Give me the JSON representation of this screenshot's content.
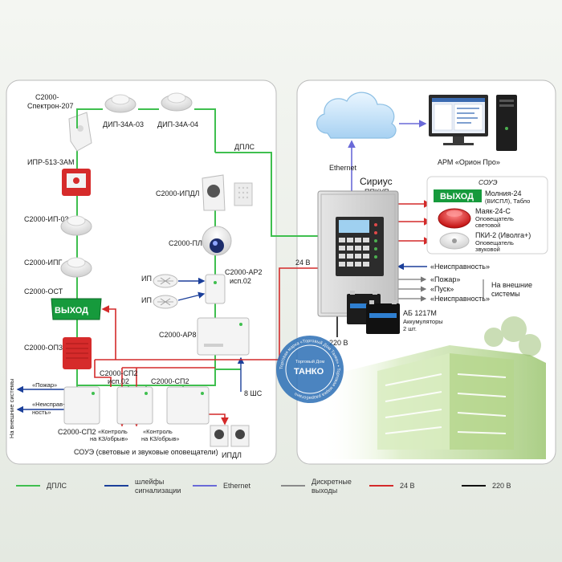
{
  "colors": {
    "dpls": "#3fbf4f",
    "alarm_loops": "#1b3f9a",
    "ethernet": "#6a6ad8",
    "discrete_outputs": "#8a8a8a",
    "power_24v": "#d42a2a",
    "power_220v": "#111111",
    "exit_sign": "#169a3c",
    "panel_bg": "#ffffff"
  },
  "left": {
    "spektron": [
      "С2000-",
      "Спектрон-207"
    ],
    "dip03": "ДИП-34А-03",
    "dip04": "ДИП-34А-04",
    "ipr": "ИПР-513-3АМ",
    "ip03": "С2000-ИП-03",
    "ipg": "С2000-ИПГ",
    "ost": "С2000-ОСТ",
    "exit_sign": "ВЫХОД",
    "op3": "С2000-ОП3",
    "ipdl": "С2000-ИПДЛ",
    "pl": "С2000-ПЛ",
    "ip_a": "ИП",
    "ip_b": "ИП",
    "ar2": [
      "С2000-АР2",
      "исп.02"
    ],
    "ar8": "С2000-АР8",
    "sp2_02": [
      "С2000-СП2",
      "исп.02"
    ],
    "sp2_mid": "С2000-СП2",
    "sp2_left": "С2000-СП2",
    "fire_out": "«Пожар»",
    "fault_out": [
      "«Неисправ-",
      "ность»"
    ],
    "external_vert": "На внешние системы",
    "control1": [
      "«Контроль",
      "на КЗ/обрыв»"
    ],
    "control2": [
      "«Контроль",
      "на КЗ/обрыв»"
    ],
    "soue_caption": "СОУЭ  (световые и звуковые оповещатели)",
    "ipdl_bottom": "ИПДЛ",
    "shs": "8 ШС",
    "dpls_line": "ДПЛС"
  },
  "right": {
    "ethernet": "Ethernet",
    "arm": "АРМ «Орион Про»",
    "sirius": "Сириус",
    "ppkup": "ППКУП",
    "v24": "24 В",
    "v220": "220 В",
    "soue_title": "СОУЭ",
    "exit_sign": "ВЫХОД",
    "molnia": "Молния-24",
    "molnia_sub": "(ВИСПЛ), Табло",
    "mayak": "Маяк-24-С",
    "mayak_sub": [
      "Оповещатель",
      "световой"
    ],
    "pki": "ПКИ-2 (Иволга+)",
    "pki_sub": [
      "Оповещатель",
      "звуковой"
    ],
    "fault1": "«Неисправность»",
    "fire": "«Пожар»",
    "start": "«Пуск»",
    "fault2": "«Неисправность»",
    "external": [
      "На внешние",
      "системы"
    ],
    "ab": "АБ 1217М",
    "ab_sub": [
      "Аккумуляторы",
      "2 шт."
    ],
    "stamp_center": "ТАНКО",
    "stamp_small": "Торговый Дом",
    "stamp_ring": "Торговая марка «Торговый Дом Танко» • Торговая марка разработано"
  },
  "legend": [
    {
      "label": [
        "ДПЛС"
      ],
      "color": "#3fbf4f"
    },
    {
      "label": [
        "шлейфы",
        "сигнализации"
      ],
      "color": "#1b3f9a"
    },
    {
      "label": [
        "Ethernet"
      ],
      "color": "#6a6ad8"
    },
    {
      "label": [
        "Дискретные",
        "выходы"
      ],
      "color": "#8a8a8a"
    },
    {
      "label": [
        "24 В"
      ],
      "color": "#d42a2a"
    },
    {
      "label": [
        "220 В"
      ],
      "color": "#111111"
    }
  ]
}
